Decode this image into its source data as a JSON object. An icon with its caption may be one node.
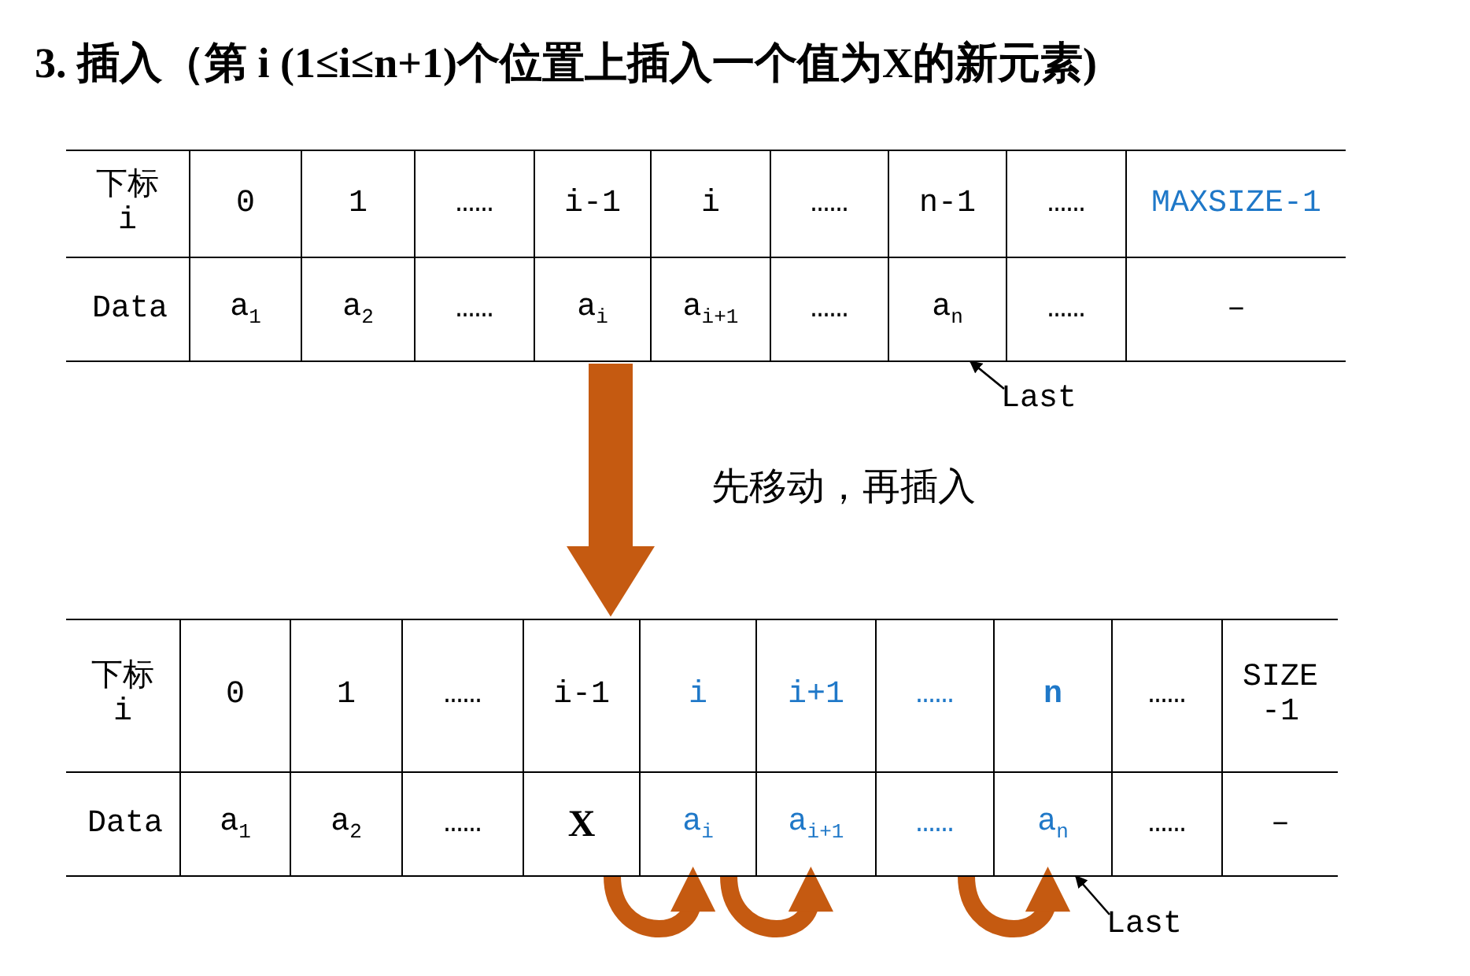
{
  "diagram": {
    "title": "3. 插入（第 i (1≤i≤n+1)个位置上插入一个值为X的新元素)",
    "nodes": [
      {
        "text": [],
        "shape": "box"
      },
      {
        "text": [
          "下标 i"
        ],
        "in": 0
      },
      {
        "text": [
          "0"
        ],
        "in": 0
      },
      {
        "text": [
          "1"
        ],
        "in": 0
      },
      {
        "text": [
          "……"
        ],
        "in": 0
      },
      {
        "text": [
          "i-1"
        ],
        "in": 0
      },
      {
        "text": [
          "i"
        ],
        "in": 0
      },
      {
        "text": [
          "……"
        ],
        "in": 0
      },
      {
        "text": [
          "n-1"
        ],
        "in": 0
      },
      {
        "text": [
          "……"
        ],
        "in": 0
      },
      {
        "text": [
          "MAXSIZE-1"
        ],
        "in": 0
      },
      {
        "text": [
          "Data"
        ],
        "in": 0
      },
      {
        "text": [
          "a$_{1}$"
        ],
        "in": 0
      },
      {
        "text": [
          "a$_{2}$"
        ],
        "in": 0
      },
      {
        "text": [
          "……"
        ],
        "in": 0
      },
      {
        "text": [
          "a$_{i}$"
        ],
        "in": 0
      },
      {
        "text": [
          "a$_{i+1}$"
        ],
        "in": 0
      },
      {
        "text": [
          "……"
        ],
        "in": 0
      },
      {
        "text": [
          "a$_{n}$"
        ],
        "in": 0
      },
      {
        "text": [
          "……"
        ],
        "in": 0
      },
      {
        "text": [
          "–"
        ],
        "in": 0
      },
      {
        "text": [
          "Last"
        ]
      },
      {
        "text": [],
        "shape": "box"
      },
      {
        "text": [
          "下标 i"
        ],
        "in": 22
      },
      {
        "text": [
          "0"
        ],
        "in": 22
      },
      {
        "text": [
          "1"
        ],
        "in": 22
      },
      {
        "text": [
          "……"
        ],
        "in": 22
      },
      {
        "text": [
          "i-1"
        ],
        "in": 22
      },
      {
        "text": [
          "i"
        ],
        "in": 22
      },
      {
        "text": [
          "i+1"
        ],
        "in": 22
      },
      {
        "text": [
          "……"
        ],
        "in": 22
      },
      {
        "text": [
          "n"
        ],
        "in": 22
      },
      {
        "text": [
          "……"
        ],
        "in": 22
      },
      {
        "text": [
          "SIZE -1"
        ],
        "in": 22
      },
      {
        "text": [
          "Data"
        ],
        "in": 22
      },
      {
        "text": [
          "a$_{1}$"
        ],
        "in": 22
      },
      {
        "text": [
          "a$_{2}$"
        ],
        "in": 22
      },
      {
        "text": [
          "……"
        ],
        "in": 22
      },
      {
        "text": [
          "X"
        ],
        "in": 22
      },
      {
        "text": [
          "a$_{i}$"
        ],
        "in": 22
      },
      {
        "text": [
          "a$_{i+1}$"
        ],
        "in": 22
      },
      {
        "text": [
          "……"
        ],
        "in": 22
      },
      {
        "text": [
          "a$_{n}$"
        ],
        "in": 22
      },
      {
        "text": [
          "……"
        ],
        "in": 22
      },
      {
        "text": [
          "–"
        ],
        "in": 22
      },
      {
        "text": [
          "Last"
        ]
      }
    ],
    "edges": [
      {
        "from": 0,
        "to": 22,
        "arrow": "to",
        "label": "先移动，再插入",
        "style": "thick"
      },
      {
        "from": 21,
        "to": 18,
        "arrow": "to",
        "color": "#000000"
      },
      {
        "from": 38,
        "to": 39,
        "arrow": "to"
      },
      {
        "from": 39,
        "to": 40,
        "arrow": "to"
      },
      {
        "from": 41,
        "to": 42,
        "arrow": "to"
      },
      {
        "from": 45,
        "to": 42,
        "arrow": "to",
        "color": "#000000"
      }
    ]
  }
}
